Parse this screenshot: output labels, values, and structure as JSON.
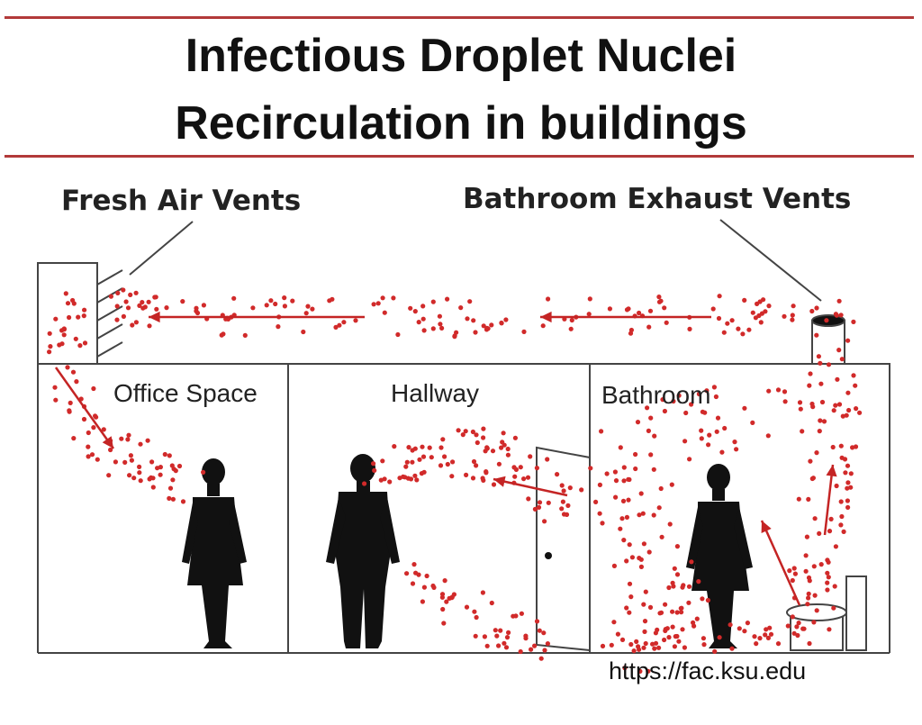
{
  "title": {
    "line1": "Infectious Droplet Nuclei",
    "line2": "Recirculation in buildings"
  },
  "callouts": {
    "fresh_air": "Fresh Air Vents",
    "exhaust": "Bathroom Exhaust Vents"
  },
  "rooms": {
    "office": "Office Space",
    "hallway": "Hallway",
    "bathroom": "Bathroom"
  },
  "source_url": "https://fac.ksu.edu",
  "colors": {
    "rule": "#b23a3a",
    "droplet": "#d12a2a",
    "arrow": "#c42424",
    "figure": "#111111"
  }
}
